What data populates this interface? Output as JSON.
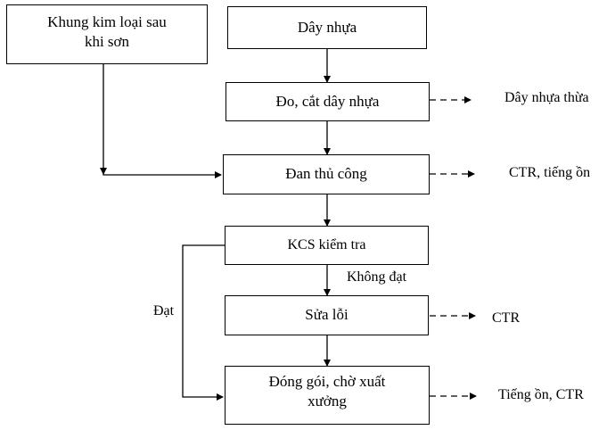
{
  "boxes": {
    "metal_frame": {
      "line1": "Khung kim loại sau",
      "line2": "khi sơn"
    },
    "plastic_strip": "Dây nhựa",
    "measure_cut": "Đo, cắt dây nhựa",
    "handweave": "Đan thủ công",
    "kcs_check": "KCS kiểm tra",
    "fix_errors": "Sửa lỗi",
    "packaging": {
      "line1": "Đóng gói, chờ xuất",
      "line2": "xưởng"
    }
  },
  "labels": {
    "not_pass": "Không đạt",
    "pass": "Đạt"
  },
  "outputs": {
    "measure_cut": "Dây nhựa thừa",
    "handweave": "CTR, tiếng ồn",
    "fix_errors": "CTR",
    "packaging": "Tiếng ồn, CTR"
  }
}
